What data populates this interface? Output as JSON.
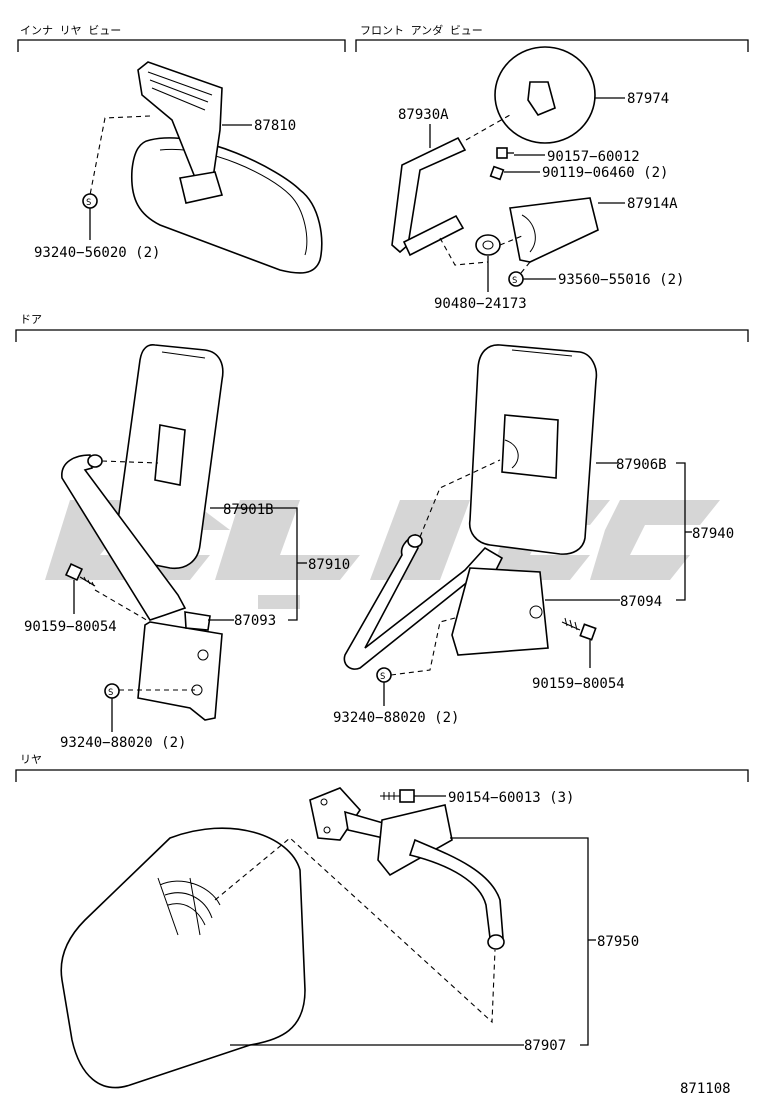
{
  "sections": {
    "inner_rear_view": "インナ リヤ ビュー",
    "front_under_view": "フロント アンダ ビュー",
    "door": "ドア",
    "rear": "リヤ"
  },
  "parts": {
    "p87810": "87810",
    "p93240_56020": "93240−56020 (2)",
    "p87930A": "87930A",
    "p87974": "87974",
    "p90157_60012": "90157−60012",
    "p90119_06460": "90119−06460 (2)",
    "p87914A": "87914A",
    "p93560_55016": "93560−55016 (2)",
    "p90480_24173": "90480−24173",
    "p87901B": "87901B",
    "p87910": "87910",
    "p87093": "87093",
    "p90159_80054_left": "90159−80054",
    "p93240_88020_left": "93240−88020 (2)",
    "p87906B": "87906B",
    "p87940": "87940",
    "p87094": "87094",
    "p90159_80054_right": "90159−80054",
    "p93240_88020_right": "93240−88020 (2)",
    "p90154_60013": "90154−60013 (3)",
    "p87950": "87950",
    "p87907": "87907"
  },
  "symbol_s": "S",
  "diagram_number": "871108",
  "icons": [
    "mirror-icon",
    "bolt-icon",
    "washer-icon",
    "grommet-icon",
    "bracket-icon"
  ]
}
